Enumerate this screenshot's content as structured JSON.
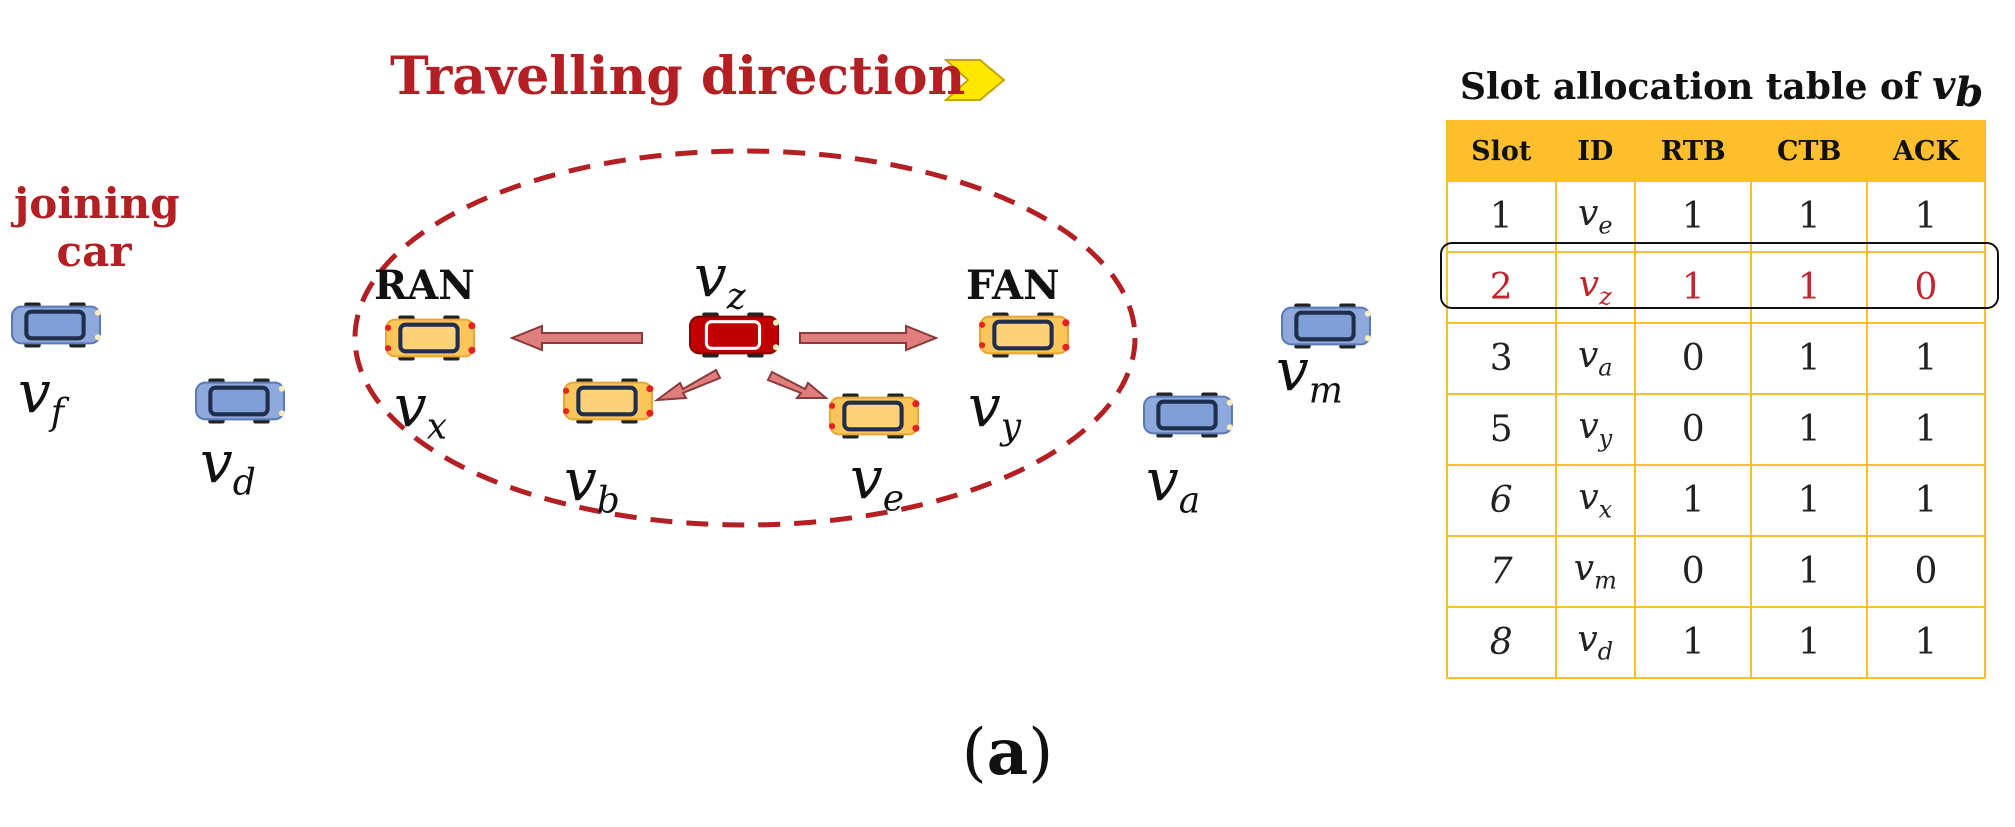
{
  "diagram": {
    "title": "Travelling direction",
    "joining_label": "joining\ncar",
    "ran_label": "RAN",
    "fan_label": "FAN",
    "caption_open": "(",
    "caption_letter": "a",
    "caption_close": ")",
    "vehicles": [
      {
        "base": "v",
        "sub": "f"
      },
      {
        "base": "v",
        "sub": "d"
      },
      {
        "base": "v",
        "sub": "x"
      },
      {
        "base": "v",
        "sub": "b"
      },
      {
        "base": "v",
        "sub": "z"
      },
      {
        "base": "v",
        "sub": "e"
      },
      {
        "base": "v",
        "sub": "y"
      },
      {
        "base": "v",
        "sub": "a"
      },
      {
        "base": "v",
        "sub": "m"
      }
    ],
    "colors": {
      "accent_red": "#b31f23",
      "blue_car": "#8ea9db",
      "yellow_car": "#fcc65b",
      "red_car": "#c00000",
      "arrow": "#e07e7e",
      "table_header": "#fdbf2d",
      "chevron": "#ffe800"
    }
  },
  "table": {
    "title_prefix": "Slot allocation table of ",
    "title_var": "v",
    "title_sub": "b",
    "headers": [
      "Slot",
      "ID",
      "RTB",
      "CTB",
      "ACK"
    ],
    "rows": [
      {
        "slot": "1",
        "id": "v",
        "id_sub": "e",
        "rtb": "1",
        "ctb": "1",
        "ack": "1"
      },
      {
        "slot": "2",
        "id": "v",
        "id_sub": "z",
        "rtb": "1",
        "ctb": "1",
        "ack": "0"
      },
      {
        "slot": "3",
        "id": "v",
        "id_sub": "a",
        "rtb": "0",
        "ctb": "1",
        "ack": "1"
      },
      {
        "slot": "5",
        "id": "v",
        "id_sub": "y",
        "rtb": "0",
        "ctb": "1",
        "ack": "1"
      },
      {
        "slot": "6",
        "id": "v",
        "id_sub": "x",
        "rtb": "1",
        "ctb": "1",
        "ack": "1"
      },
      {
        "slot": "7",
        "id": "v",
        "id_sub": "m",
        "rtb": "0",
        "ctb": "1",
        "ack": "0"
      },
      {
        "slot": "8",
        "id": "v",
        "id_sub": "d",
        "rtb": "1",
        "ctb": "1",
        "ack": "1"
      }
    ]
  }
}
